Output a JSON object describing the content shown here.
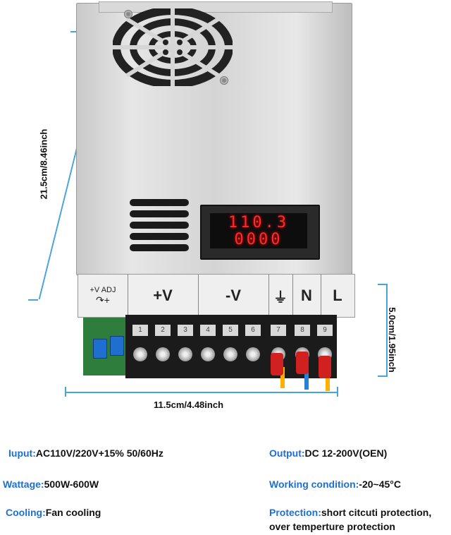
{
  "dimensions": {
    "height_label": "21.5cm/8.46inch",
    "width_label": "11.5cm/4.48inch",
    "depth_label": "5.0cm/1.95inch"
  },
  "display": {
    "voltage_reading": "110.3",
    "current_reading": "0000"
  },
  "panel": {
    "adj_label_top": "+V ADJ",
    "adj_label_bottom": "↷+",
    "plus_v": "+V",
    "minus_v": "-V",
    "ground_symbol": "⏚",
    "n": "N",
    "l": "L"
  },
  "terminals": [
    "1",
    "2",
    "3",
    "4",
    "5",
    "6",
    "7",
    "8",
    "9"
  ],
  "specs": {
    "input_key": "Iuput:",
    "input_val": "AC110V/220V+15% 50/60Hz",
    "output_key": "Output:",
    "output_val": "DC 12-200V(OEN)",
    "wattage_key": "Wattage:",
    "wattage_val": "500W-600W",
    "working_key": "Working condition:",
    "working_val": "-20~45°C",
    "cooling_key": "Cooling:",
    "cooling_val": "Fan cooling",
    "protection_key": "Protection:",
    "protection_val_1": "short citcuti protection,",
    "protection_val_2": "over temperture protection"
  },
  "colors": {
    "accent_blue": "#1f6fd1",
    "dimension_line": "#4aa3d6",
    "led_red": "#ff2a2a"
  }
}
